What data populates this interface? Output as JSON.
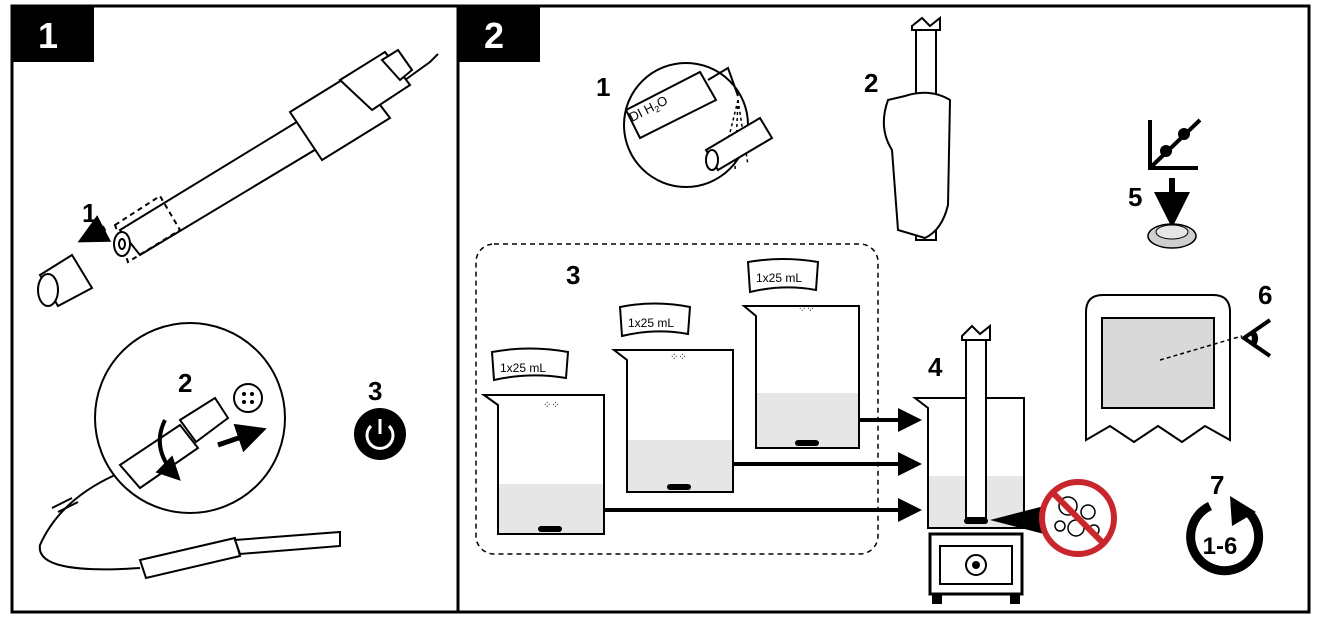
{
  "panels": [
    {
      "badge": "1",
      "steps": [
        {
          "num": "1"
        },
        {
          "num": "2"
        },
        {
          "num": "3"
        }
      ]
    },
    {
      "badge": "2",
      "steps": [
        {
          "num": "1",
          "label_a": "DI H",
          "label_sub": "2",
          "label_b": "O"
        },
        {
          "num": "2"
        },
        {
          "num": "3",
          "beaker_label": "1x25 mL"
        },
        {
          "num": "4"
        },
        {
          "num": "5"
        },
        {
          "num": "6"
        },
        {
          "num": "7",
          "repeat": "1-6"
        }
      ]
    }
  ],
  "colors": {
    "line": "#000000",
    "solution": "#e6e6e6",
    "screen": "#d9d9d9",
    "prohibit": "#c9252c",
    "button": "#cfcfcf"
  },
  "icons": [
    "power-icon",
    "eye-icon",
    "repeat-icon",
    "no-bubbles-icon",
    "calibration-graph-icon"
  ]
}
